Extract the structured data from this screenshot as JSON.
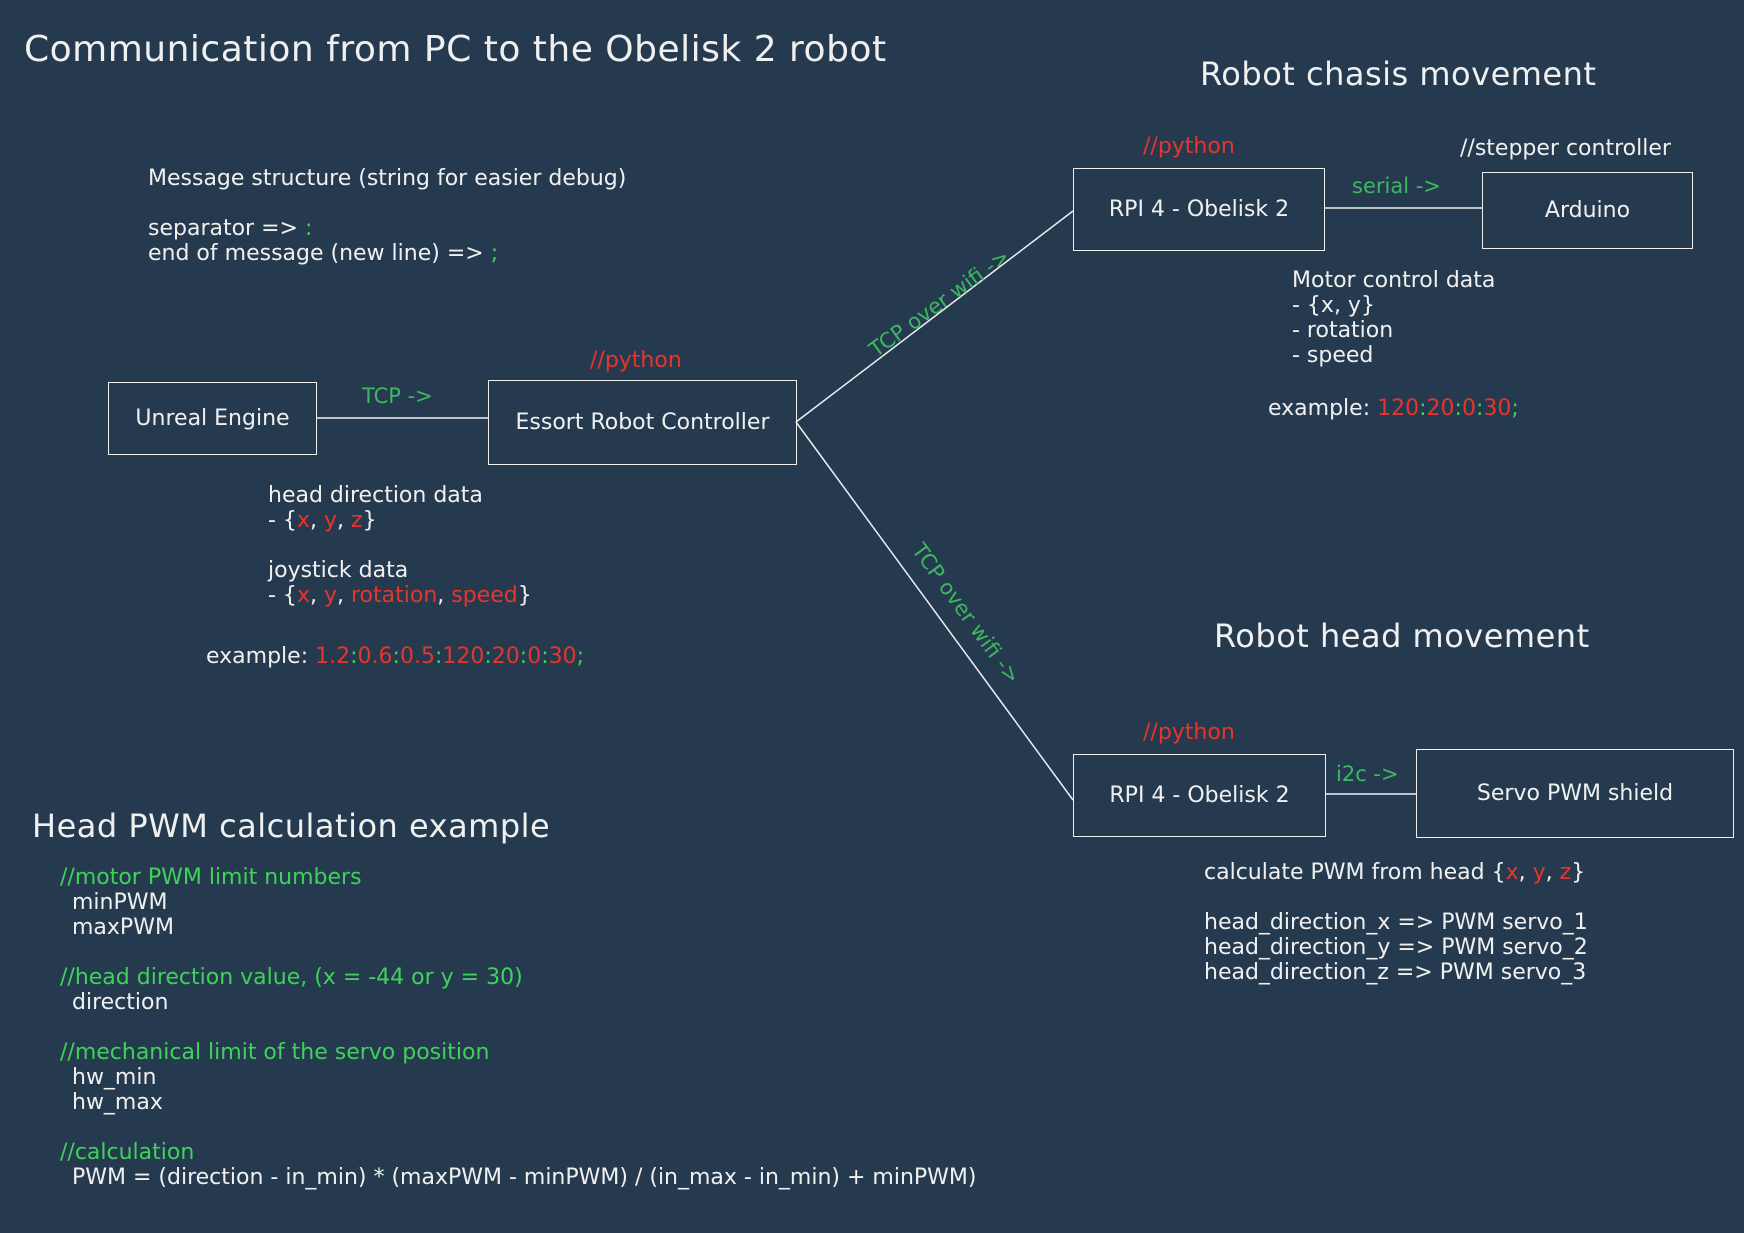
{
  "title": "Communication from PC to the Obelisk 2 robot",
  "message_structure": {
    "heading": "Message structure (string for easier debug)",
    "separator_label": "separator => ",
    "separator_value": ":",
    "end_label": "end of message (new line) => ",
    "end_value": ";"
  },
  "nodes": {
    "unreal": "Unreal Engine",
    "escort": "Essort Robot Controller",
    "rpi_chassis": "RPI 4 - Obelisk 2",
    "arduino": "Arduino",
    "rpi_head": "RPI 4 - Obelisk 2",
    "servo_shield": "Servo PWM shield"
  },
  "annotations": {
    "escort_lang": "//python",
    "rpi_chassis_lang": "//python",
    "arduino_note": "//stepper controller",
    "rpi_head_lang": "//python"
  },
  "links": {
    "tcp": "TCP ->",
    "tcp_wifi_up": "TCP over wifi ->",
    "tcp_wifi_down": "TCP over wifi ->",
    "serial": "serial ->",
    "i2c": "i2c ->"
  },
  "pc_data": {
    "head_heading": "head direction data",
    "head_open": "- {",
    "head_x": "x",
    "head_y": "y",
    "head_z": "z",
    "head_close": "}",
    "joy_heading": "joystick data",
    "joy_open": "- {",
    "joy_x": "x",
    "joy_y": "y",
    "joy_rot": "rotation",
    "joy_speed": "speed",
    "joy_close": "}",
    "example_label": "example: ",
    "example_values": [
      "1.2",
      "0.6",
      "0.5",
      "120",
      "20",
      "0",
      "30"
    ]
  },
  "chassis": {
    "heading": "Robot chasis movement",
    "data_heading": "Motor control data",
    "items": [
      "- {x, y}",
      "- rotation",
      "- speed"
    ],
    "example_label": "example: ",
    "example_values": [
      "120",
      "20",
      "0",
      "30"
    ]
  },
  "head": {
    "heading": "Robot head movement",
    "calc_prefix": "calculate PWM from head {",
    "calc_x": "x",
    "calc_y": "y",
    "calc_z": "z",
    "calc_suffix": "}",
    "mappings": [
      "head_direction_x => PWM servo_1",
      "head_direction_y => PWM servo_2",
      "head_direction_z => PWM servo_3"
    ]
  },
  "pwm_example": {
    "heading": "Head PWM calculation example",
    "comment_limits": "//motor PWM limit numbers",
    "limits": [
      "minPWM",
      "maxPWM"
    ],
    "comment_direction": "//head direction value, (x = -44 or y = 30)",
    "direction": "direction",
    "comment_mech": "//mechanical limit of the servo position",
    "mech": [
      "hw_min",
      "hw_max"
    ],
    "comment_calc": "//calculation",
    "formula": "PWM = (direction - in_min) * (maxPWM - minPWM) / (in_max - in_min) + minPWM)"
  },
  "colors": {
    "background": "#253a4f",
    "comment": "#3fd25a",
    "value": "#e8342a",
    "link": "#3db861"
  }
}
